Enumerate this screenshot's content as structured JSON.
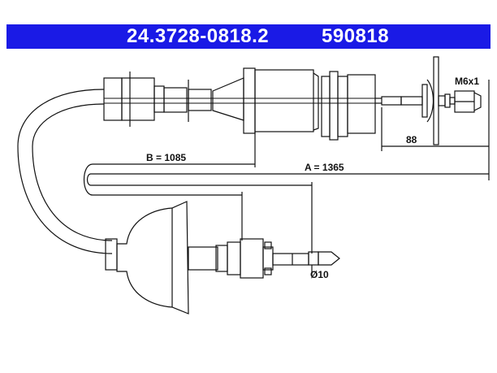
{
  "header": {
    "part_number": "24.3728-0818.2",
    "reference_number": "590818"
  },
  "dimensions": {
    "thread_label": "M6x1",
    "offset_label": "88",
    "length_b_label": "B = 1085",
    "length_a_label": "A = 1365",
    "diameter_label": "Ø10"
  },
  "colors": {
    "title_bar": "#1a1ae6",
    "title_text": "#ffffff",
    "line": "#111111"
  }
}
